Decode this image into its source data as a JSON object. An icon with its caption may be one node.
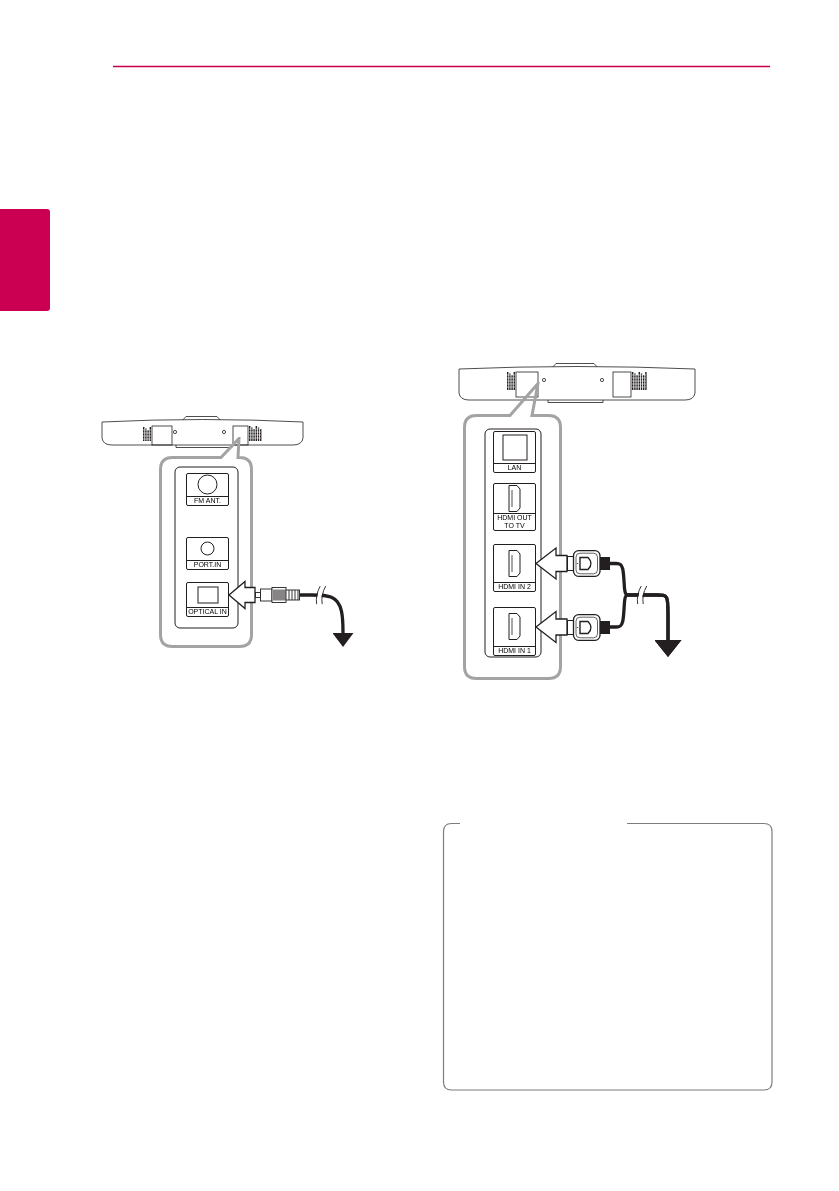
{
  "diagram": {
    "nodes": [
      {
        "text": [],
        "shape": "tab"
      },
      {
        "text": [],
        "shape": "callout"
      },
      {
        "text": [
          "FM ANT."
        ],
        "in": 1
      },
      {
        "text": [
          "PORT.IN"
        ],
        "in": 1
      },
      {
        "text": [
          "OPTICAL IN"
        ],
        "in": 1
      },
      {
        "text": [],
        "shape": "picture"
      },
      {
        "text": [],
        "shape": "callout"
      },
      {
        "text": [
          "LAN"
        ],
        "in": 6
      },
      {
        "text": [
          "HDMI OUT TO TV"
        ],
        "in": 6
      },
      {
        "text": [
          "HDMI IN 2"
        ],
        "in": 6
      },
      {
        "text": [],
        "shape": "picture"
      },
      {
        "text": [
          "HDMI IN 1"
        ],
        "in": 6
      },
      {
        "text": [],
        "shape": "picture"
      }
    ],
    "edges": [
      {
        "from": 5,
        "to": 4,
        "arrow": "to"
      },
      {
        "from": 5,
        "to": null,
        "arrow": "to"
      },
      {
        "from": 10,
        "to": 9,
        "arrow": "to"
      },
      {
        "from": 10,
        "to": null,
        "arrow": "to"
      },
      {
        "from": 12,
        "to": 11,
        "arrow": "to"
      },
      {
        "from": 12,
        "to": null,
        "arrow": "to"
      }
    ]
  }
}
